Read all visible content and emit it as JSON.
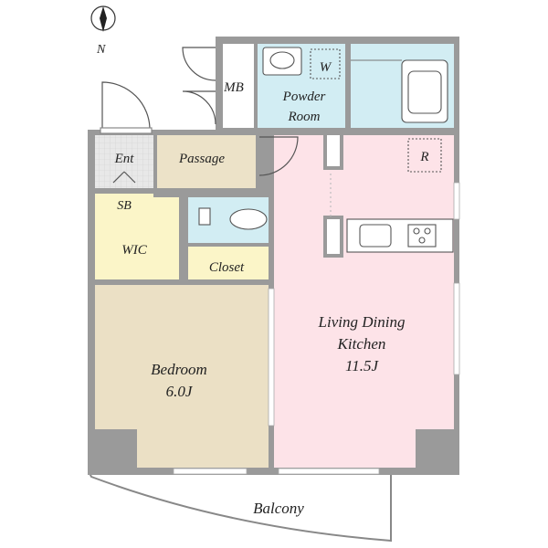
{
  "compass": {
    "label": "N"
  },
  "rooms": {
    "mb": "MB",
    "powder": {
      "line1": "Powder",
      "line2": "Room"
    },
    "washer": "W",
    "ent": "Ent",
    "passage": "Passage",
    "sb": "SB",
    "wic": "WIC",
    "closet": "Closet",
    "fridge": "R",
    "ldk": {
      "line1": "Living Dining",
      "line2": "Kitchen",
      "size": "11.5J"
    },
    "bedroom": {
      "line1": "Bedroom",
      "size": "6.0J"
    },
    "balcony": "Balcony"
  },
  "colors": {
    "wall": "#9a9a9a",
    "ldk": "#fde3e8",
    "bedroom": "#ebe0c5",
    "wic": "#fbf5c8",
    "wet": "#d2edf3",
    "passage": "#ece2c8",
    "ent": "#e8e8e8",
    "balcony": "#ffffff"
  }
}
